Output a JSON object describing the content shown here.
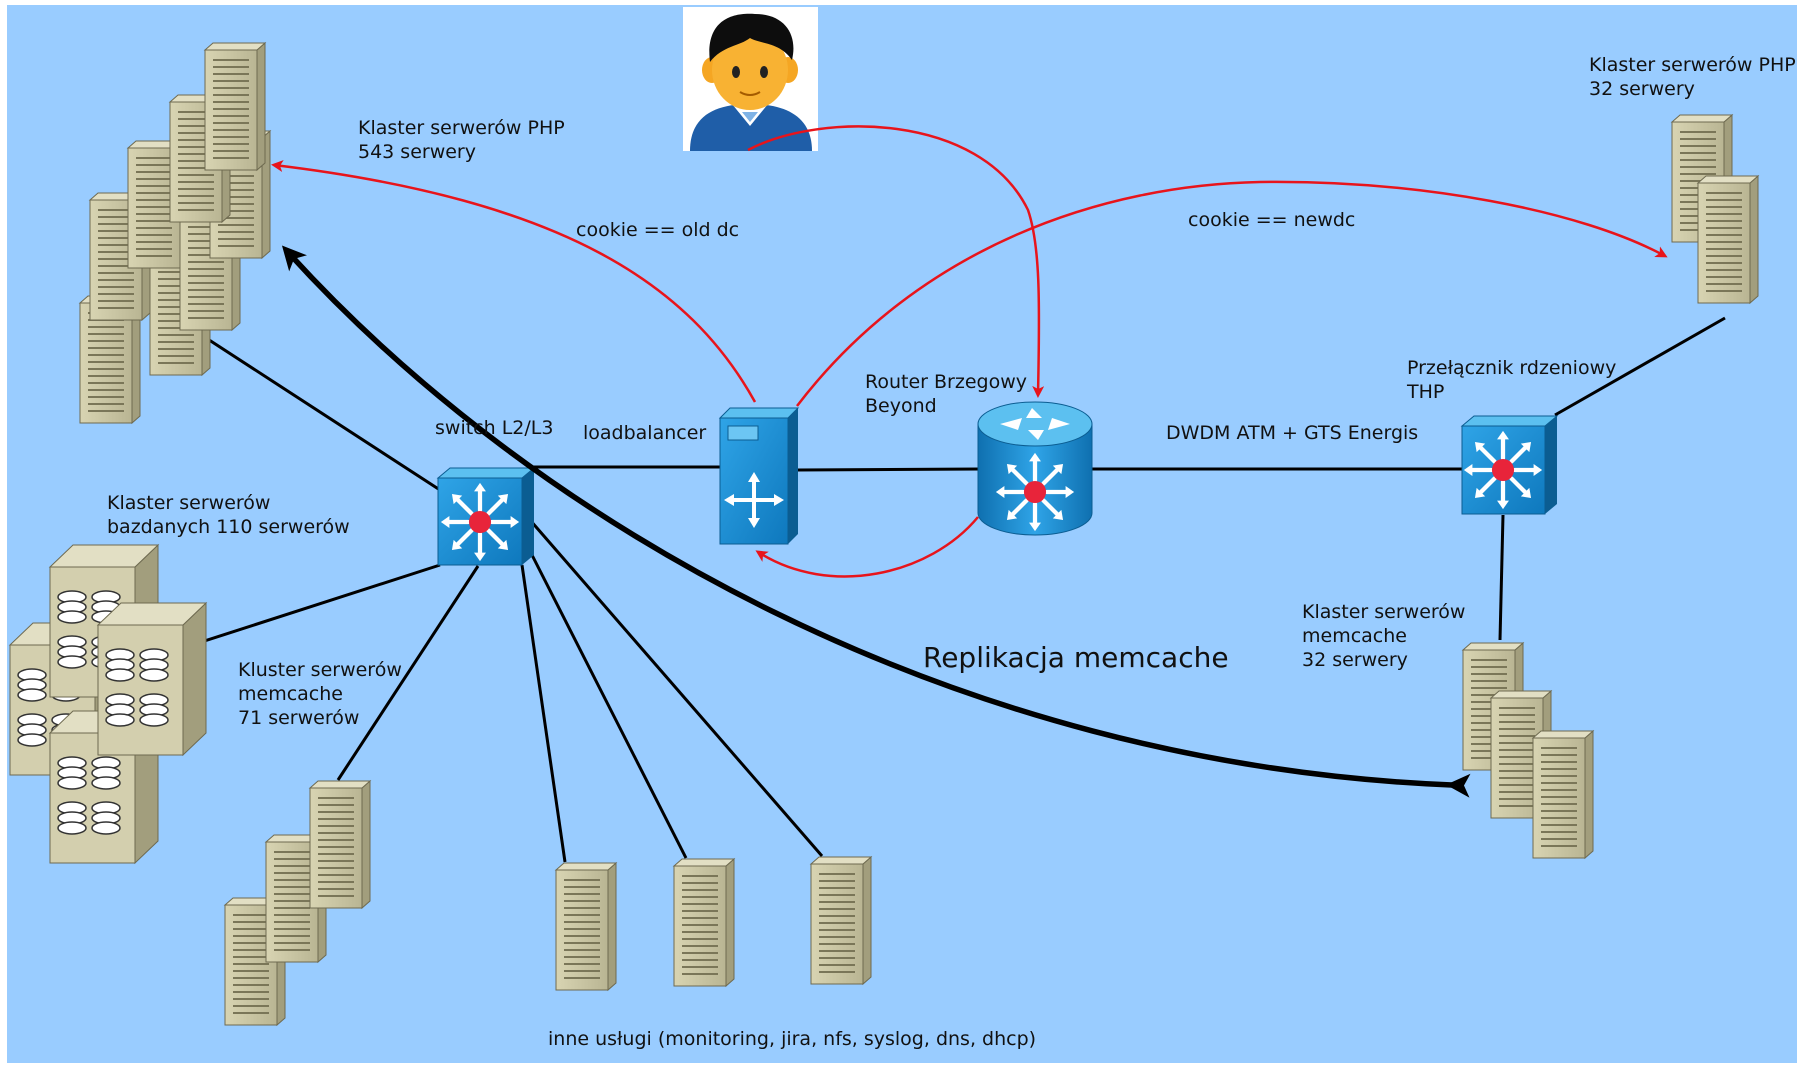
{
  "labels": {
    "php_cluster_old": [
      "Klaster serwerów PHP",
      "543 serwery"
    ],
    "php_cluster_new": [
      "Klaster serwerów PHP",
      "32 serwery"
    ],
    "cookie_old": "cookie == old dc",
    "cookie_new": "cookie == newdc",
    "router": [
      "Router Brzegowy",
      "Beyond"
    ],
    "loadbalancer": "loadbalancer",
    "switch": "switch L2/L3",
    "core_switch": [
      "Przełącznik rdzeniowy",
      "THP"
    ],
    "dwdm": "DWDM ATM + GTS Energis",
    "db_cluster": [
      "Klaster serwerów",
      "bazdanych 110 serwerów"
    ],
    "memcache_cluster_old": [
      "Kluster serwerów",
      "memcache",
      "71 serwerów"
    ],
    "memcache_cluster_new": [
      "Klaster serwerów",
      "memcache",
      "32 serwery"
    ],
    "replication": "Replikacja memcache",
    "other_services": "inne usługi (monitoring, jira, nfs, syslog, dns, dhcp)"
  },
  "colors": {
    "background": "#99ccff",
    "frame": "#ffffff",
    "cisco_blue": "#1a8fd6",
    "traffic_arrow": "#e8141b",
    "replication_arrow": "#000000",
    "server_beige": "#cfcba6"
  },
  "icons": {
    "user": "user-avatar-icon",
    "router": "router-icon",
    "switch": "layer3-switch-icon",
    "loadbalancer": "loadbalancer-icon",
    "server": "tower-server-icon",
    "database": "database-server-icon"
  }
}
